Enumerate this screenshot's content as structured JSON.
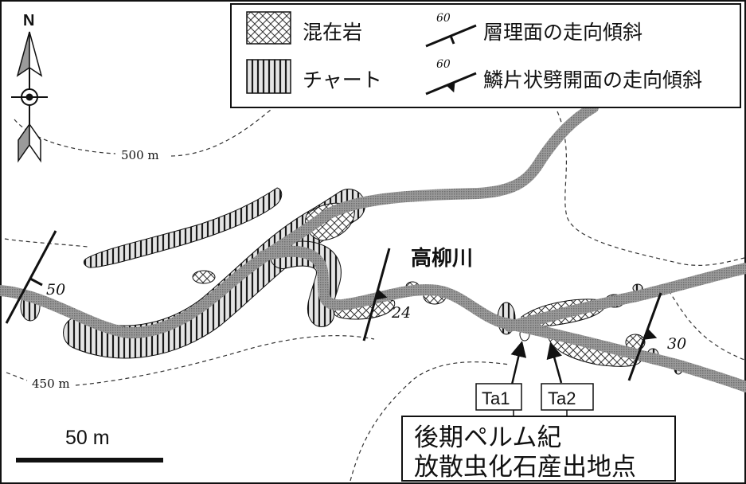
{
  "legend": {
    "items": [
      {
        "label": "混在岩",
        "swatch": "cross-hatch"
      },
      {
        "label": "チャート",
        "swatch": "vertical-stripes"
      },
      {
        "label": "層理面の走向傾斜",
        "dip": "60",
        "symbol": "bedding-strike-dip-icon"
      },
      {
        "label": "鱗片状劈開面の走向傾斜",
        "dip": "60",
        "symbol": "scaly-cleavage-strike-dip-icon"
      }
    ]
  },
  "north": {
    "label": "N",
    "icon": "north-arrow-icon"
  },
  "contours": [
    "500 m",
    "450 m"
  ],
  "river_name": "高柳川",
  "measurements": [
    "50",
    "24",
    "30"
  ],
  "samples": [
    "Ta1",
    "Ta2"
  ],
  "locality_note": [
    "後期ペルム紀",
    "放散虫化石産出地点"
  ],
  "scale_bar": {
    "label": "50 m"
  },
  "colors": {
    "river": "#8c8c8c",
    "chert_background": "#e4e4e4",
    "ink": "#111111"
  }
}
